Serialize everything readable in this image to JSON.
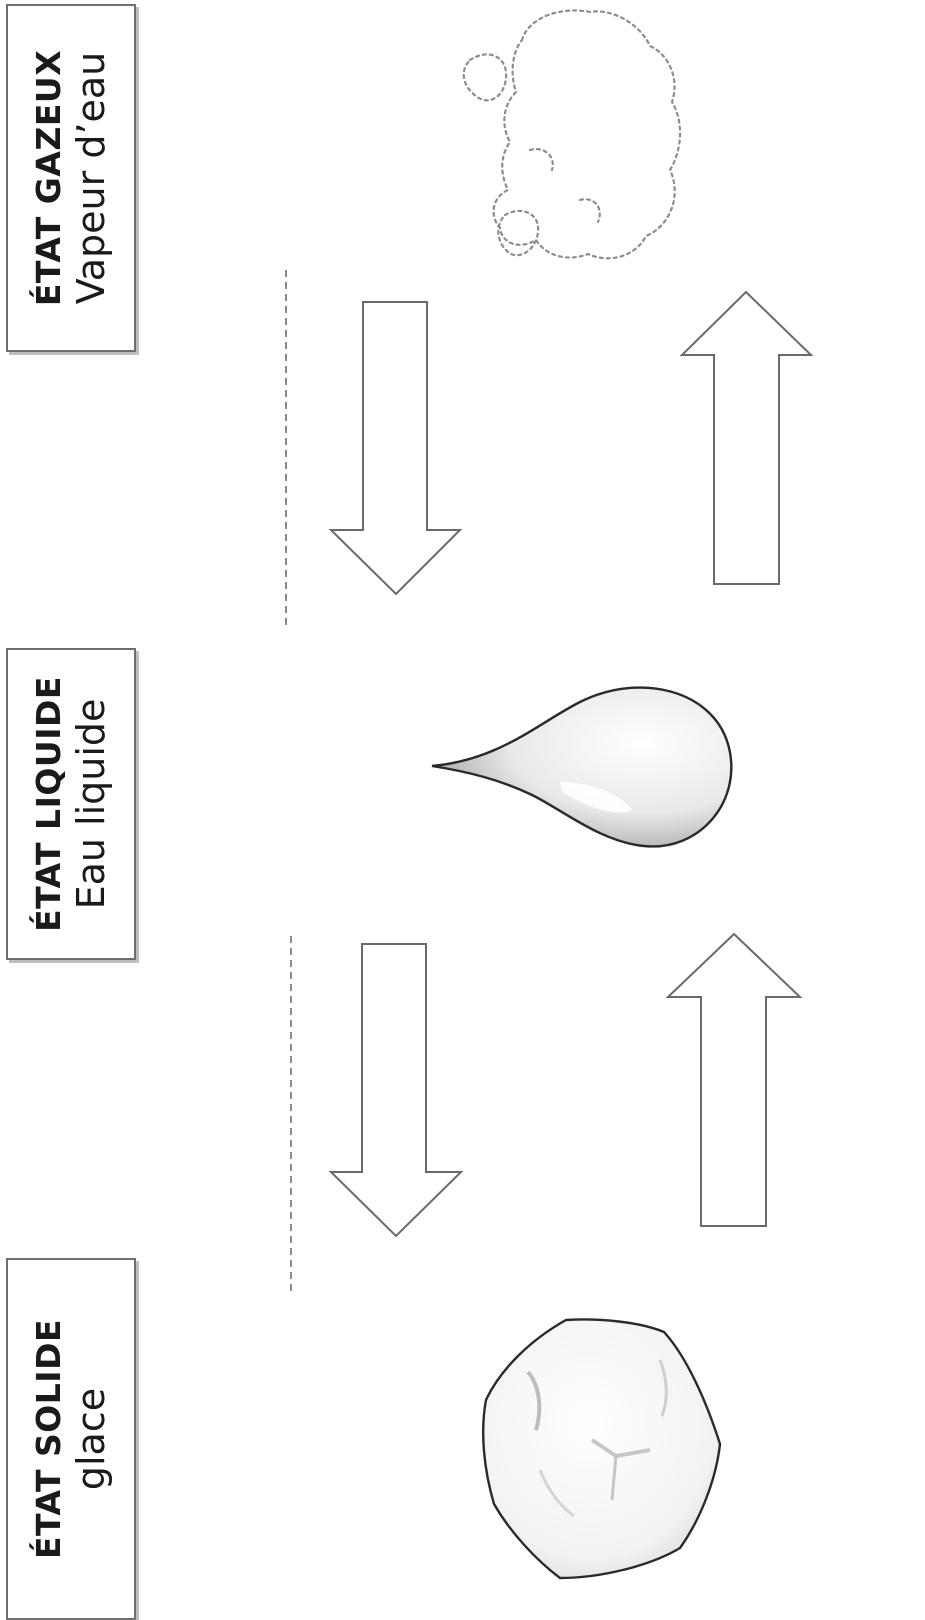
{
  "states": {
    "gas": {
      "title": "ÉTAT GAZEUX",
      "subtitle": "Vapeur d’eau"
    },
    "liquid": {
      "title": "ÉTAT LIQUIDE",
      "subtitle": "Eau liquide"
    },
    "solid": {
      "title": "ÉTAT SOLIDE",
      "subtitle": "glace"
    }
  },
  "colors": {
    "box_border": "#6f6f6f",
    "arrow_stroke": "#6a6a6a",
    "dashed_line": "#8a8a8a",
    "text": "#1a1a1a"
  },
  "icons": [
    "vapor-cloud-icon",
    "water-drop-icon",
    "ice-cube-icon",
    "arrow-down-icon",
    "arrow-up-icon"
  ]
}
